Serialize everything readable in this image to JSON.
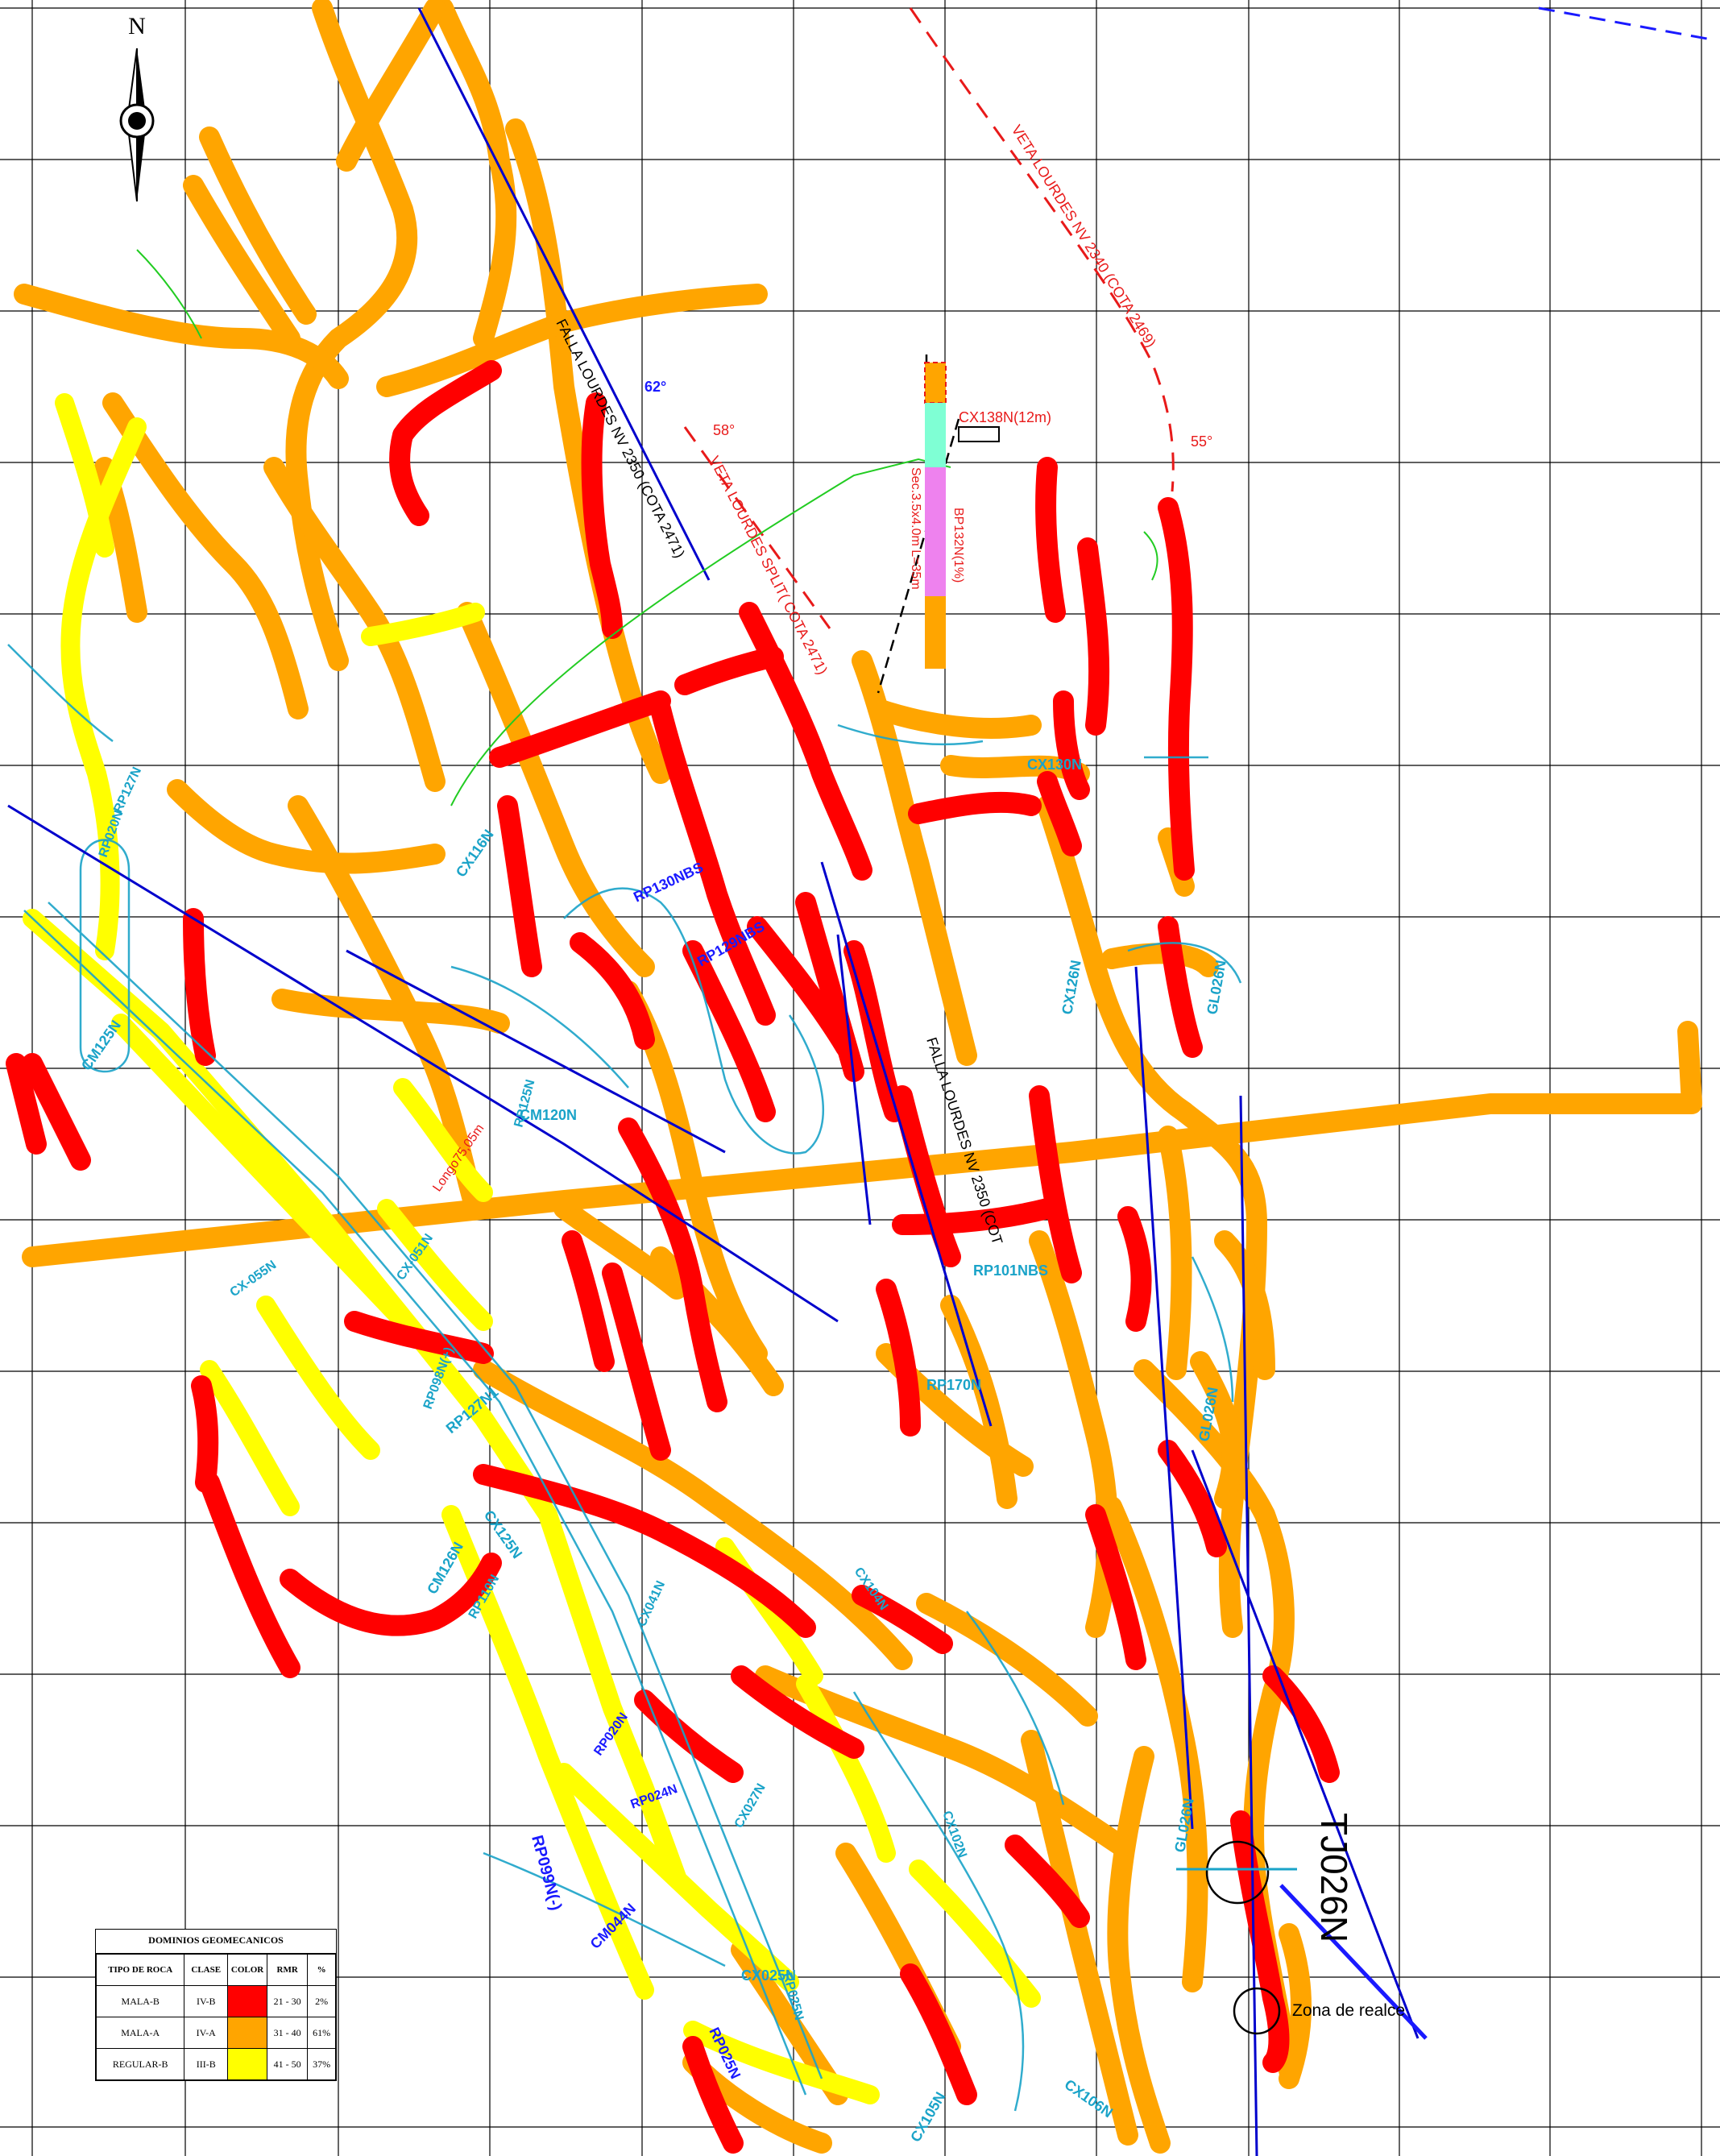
{
  "north": {
    "letter": "N"
  },
  "structures": {
    "veta_lourdes_nv2340": "VETA LOURDES NV 2340 (COTA 2469)",
    "veta_lourdes_split": "VETA LOURDES SPLIT( COTA 2471)",
    "falla_lourdes_upper": "FALLA LOURDES NV 2350 (COTA 2471)",
    "falla_lourdes_lower": "FALLA LOURDES NV 2350 (COT",
    "dip_62": "62°",
    "dip_58": "58°",
    "dip_55": "55°",
    "cx138n": "CX138N(12m)",
    "bp132n": "BP132N(1%)",
    "sec": "Sec.3.5x4.0m  L=35m"
  },
  "labels": {
    "cx130n": "CX130N",
    "cx126n": "CX126N",
    "gl026n_upper": "GL026N",
    "gl026n_mid": "GL026N",
    "gl026n_low": "GL026N",
    "cx116n": "CX116N",
    "rp130nbs": "RP130NBS",
    "rp129nbs": "RP129NBS",
    "rp127n": "RP127N",
    "rp020n_left": "RP020N",
    "cm125n": "CM125N",
    "cm120n": "CM120N",
    "rp125n": "RP125N",
    "cx055n": "CX-055N",
    "cx051n": "CX-051N",
    "rp098n": "RP098N(+)",
    "rp127n1": "RP127N1",
    "rp101nbs": "RP101NBS",
    "rp170n": "RP170N",
    "cx125n": "CX125N",
    "cm126n": "CM126N",
    "rp110n": "RP110N",
    "rp020n": "RP020N",
    "rp024n": "RP024N",
    "rp099n": "RP099N(-)",
    "cm044n": "CM044N",
    "cx025n": "CX025N",
    "rp025n": "RP025N",
    "rp025n_b": "RP025N",
    "cx105n": "CX105N",
    "cx106n": "CX106N",
    "cx102n": "CX102N",
    "cx027n": "CX027N",
    "cx104n": "CX104N",
    "longo": "Longo75,05m",
    "cx041n": "CX041N"
  },
  "tj026n": "TJ026N",
  "zona": "Zona de realce",
  "legend": {
    "title": "DOMINIOS GEOMECANICOS",
    "headers": [
      "TIPO DE ROCA",
      "CLASE",
      "COLOR",
      "RMR",
      "%"
    ],
    "rows": [
      {
        "tipo": "MALA-B",
        "clase": "IV-B",
        "color": "#ff0000",
        "rmr": "21 - 30",
        "pct": "2%"
      },
      {
        "tipo": "MALA-A",
        "clase": "IV-A",
        "color": "#ffa500",
        "rmr": "31 - 40",
        "pct": "61%"
      },
      {
        "tipo": "REGULAR-B",
        "clase": "III-B",
        "color": "#ffff00",
        "rmr": "41 - 50",
        "pct": "37%"
      }
    ]
  },
  "colors": {
    "mala_b": "#ff0000",
    "mala_a": "#ffa500",
    "regular_b": "#ffff00",
    "tunnel_outline": "#1aa3c8",
    "fault": "#0000cc",
    "grid": "#000000"
  }
}
